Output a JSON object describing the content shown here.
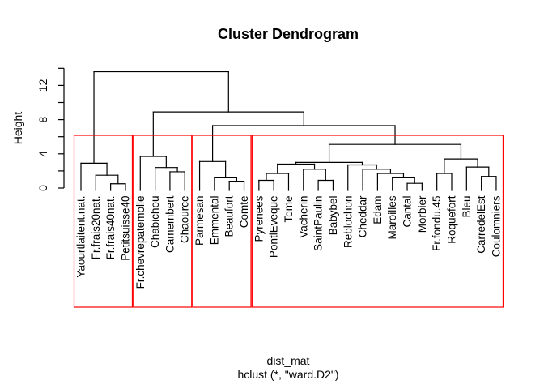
{
  "title": "Cluster Dendrogram",
  "chart_data": {
    "type": "dendrogram",
    "title": "Cluster Dendrogram",
    "ylabel": "Height",
    "xlabel_line1": "dist_mat",
    "xlabel_line2": "hclust (*, \"ward.D2\")",
    "colors": {
      "line": "#000000",
      "cluster_box": "#ff0000",
      "text": "#000000",
      "background": "#ffffff"
    },
    "axis": {
      "range": [
        0,
        14
      ],
      "tick_values": [
        0,
        2,
        4,
        6,
        8,
        10,
        12,
        14
      ],
      "tick_labels": [
        "0",
        "",
        "4",
        "",
        "8",
        "",
        "12",
        ""
      ],
      "grid": false
    },
    "leaves": [
      "Yaourtlaitent.nat.",
      "Fr.frais20nat.",
      "Fr.frais40nat.",
      "Petitsuisse40",
      "Fr.chevrepatemolle",
      "Chabichou",
      "Camembert",
      "Chaource",
      "Parmesan",
      "Emmental",
      "Beaufort",
      "Comte",
      "Pyrenees",
      "PontlEveque",
      "Tome",
      "Vacherin",
      "SaintPaulin",
      "Babybel",
      "Reblochon",
      "Cheddar",
      "Edam",
      "Maroilles",
      "Cantal",
      "Morbier",
      "Fr.fondu.45",
      "Roquefort",
      "Bleu",
      "CarredelEst",
      "Coulomniers"
    ],
    "tree": {
      "h": 13.6,
      "c": [
        {
          "h": 2.9,
          "c": [
            {
              "i": 0
            },
            {
              "h": 1.5,
              "c": [
                {
                  "i": 1
                },
                {
                  "h": 0.5,
                  "c": [
                    {
                      "i": 2
                    },
                    {
                      "i": 3
                    }
                  ]
                }
              ]
            }
          ]
        },
        {
          "h": 8.9,
          "c": [
            {
              "h": 3.7,
              "c": [
                {
                  "i": 4
                },
                {
                  "h": 2.4,
                  "c": [
                    {
                      "i": 5
                    },
                    {
                      "h": 1.9,
                      "c": [
                        {
                          "i": 6
                        },
                        {
                          "i": 7
                        }
                      ]
                    }
                  ]
                }
              ]
            },
            {
              "h": 7.3,
              "c": [
                {
                  "h": 3.1,
                  "c": [
                    {
                      "i": 8
                    },
                    {
                      "h": 1.2,
                      "c": [
                        {
                          "i": 9
                        },
                        {
                          "h": 0.8,
                          "c": [
                            {
                              "i": 10
                            },
                            {
                              "i": 11
                            }
                          ]
                        }
                      ]
                    }
                  ]
                },
                {
                  "h": 5.1,
                  "c": [
                    {
                      "h": 3.0,
                      "c": [
                        {
                          "h": 2.8,
                          "c": [
                            {
                              "h": 1.7,
                              "c": [
                                {
                                  "h": 0.9,
                                  "c": [
                                    {
                                      "i": 12
                                    },
                                    {
                                      "i": 13
                                    }
                                  ]
                                },
                                {
                                  "i": 14
                                }
                              ]
                            },
                            {
                              "h": 2.2,
                              "c": [
                                {
                                  "i": 15
                                },
                                {
                                  "h": 0.9,
                                  "c": [
                                    {
                                      "i": 16
                                    },
                                    {
                                      "i": 17
                                    }
                                  ]
                                }
                              ]
                            }
                          ]
                        },
                        {
                          "h": 2.7,
                          "c": [
                            {
                              "i": 18
                            },
                            {
                              "h": 2.2,
                              "c": [
                                {
                                  "i": 19
                                },
                                {
                                  "h": 1.7,
                                  "c": [
                                    {
                                      "i": 20
                                    },
                                    {
                                      "h": 1.2,
                                      "c": [
                                        {
                                          "i": 21
                                        },
                                        {
                                          "h": 0.55,
                                          "c": [
                                            {
                                              "i": 22
                                            },
                                            {
                                              "i": 23
                                            }
                                          ]
                                        }
                                      ]
                                    }
                                  ]
                                }
                              ]
                            }
                          ]
                        }
                      ]
                    },
                    {
                      "h": 3.4,
                      "c": [
                        {
                          "h": 1.7,
                          "c": [
                            {
                              "i": 24
                            },
                            {
                              "i": 25
                            }
                          ]
                        },
                        {
                          "h": 2.45,
                          "c": [
                            {
                              "i": 26
                            },
                            {
                              "h": 1.35,
                              "c": [
                                {
                                  "i": 27
                                },
                                {
                                  "i": 28
                                }
                              ]
                            }
                          ]
                        }
                      ]
                    }
                  ]
                }
              ]
            }
          ]
        }
      ]
    },
    "clusters": [
      {
        "from": 0,
        "to": 3
      },
      {
        "from": 4,
        "to": 7
      },
      {
        "from": 8,
        "to": 11
      },
      {
        "from": 12,
        "to": 28
      }
    ]
  }
}
